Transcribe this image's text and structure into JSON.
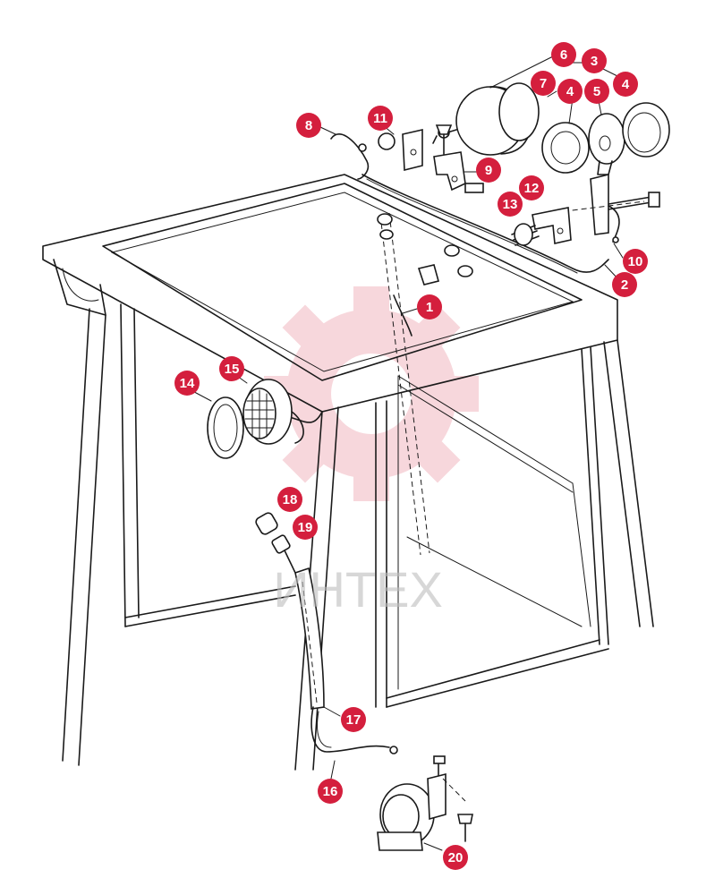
{
  "watermark": {
    "text": "ИНТЕХ",
    "color": "#f2b8c0"
  },
  "callout_color": "#d41f3d",
  "callouts": [
    {
      "label": "1"
    },
    {
      "label": "2"
    },
    {
      "label": "3"
    },
    {
      "label": "4"
    },
    {
      "label": "4"
    },
    {
      "label": "5"
    },
    {
      "label": "6"
    },
    {
      "label": "7"
    },
    {
      "label": "8"
    },
    {
      "label": "9"
    },
    {
      "label": "10"
    },
    {
      "label": "11"
    },
    {
      "label": "12"
    },
    {
      "label": "13"
    },
    {
      "label": "14"
    },
    {
      "label": "15"
    },
    {
      "label": "16"
    },
    {
      "label": "17"
    },
    {
      "label": "18"
    },
    {
      "label": "19"
    },
    {
      "label": "20"
    }
  ]
}
